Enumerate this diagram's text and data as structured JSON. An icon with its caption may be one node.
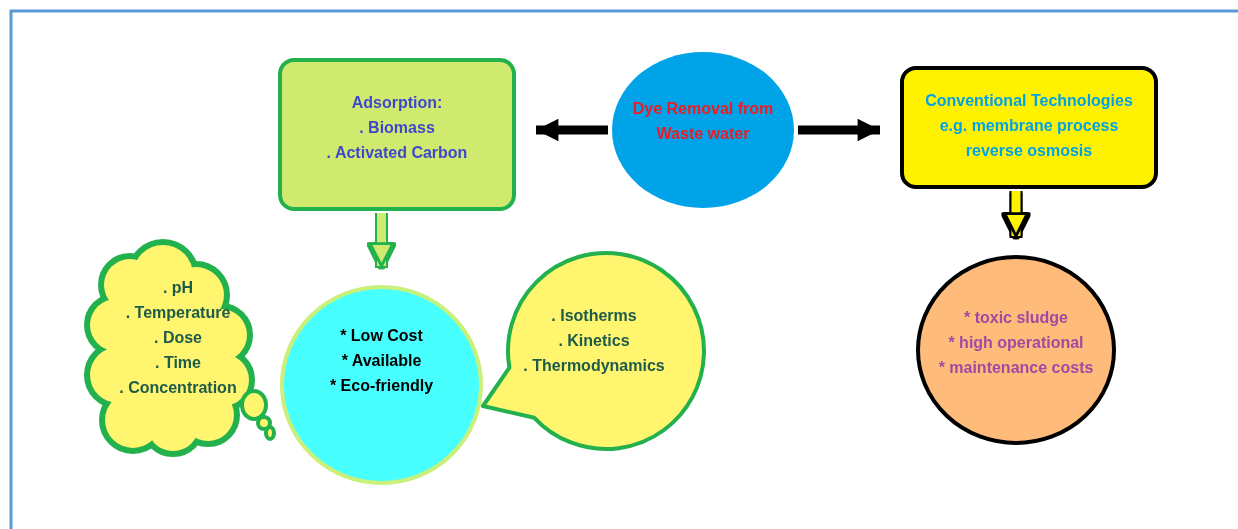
{
  "diagram": {
    "nodes": [
      {
        "text": [
          "Dye Removal from Waste water"
        ]
      },
      {
        "text": [
          "Adsorption:",
          ". Biomass",
          ". Activated Carbon"
        ]
      },
      {
        "text": [
          "Conventional Technologies",
          "e.g. membrane process",
          "reverse osmosis"
        ]
      },
      {
        "text": [
          ". pH",
          ". Temperature",
          ". Dose",
          ". Time",
          ". Concentration"
        ]
      },
      {
        "text": [
          "* Low Cost",
          "* Available",
          "* Eco-friendly"
        ]
      },
      {
        "text": [
          ". Isotherms",
          ". Kinetics",
          ". Thermodynamics"
        ]
      },
      {
        "text": [
          "* toxic sludge",
          "* high operational",
          "* maintenance costs"
        ]
      }
    ],
    "edges": [
      {
        "from": 0,
        "to": 1,
        "arrow": "to"
      },
      {
        "from": 0,
        "to": 2,
        "arrow": "to"
      },
      {
        "from": 1,
        "to": 4,
        "arrow": "to",
        "color": "#d0ea70"
      },
      {
        "from": 2,
        "to": 6,
        "arrow": "to",
        "color": "#fff200"
      }
    ]
  }
}
